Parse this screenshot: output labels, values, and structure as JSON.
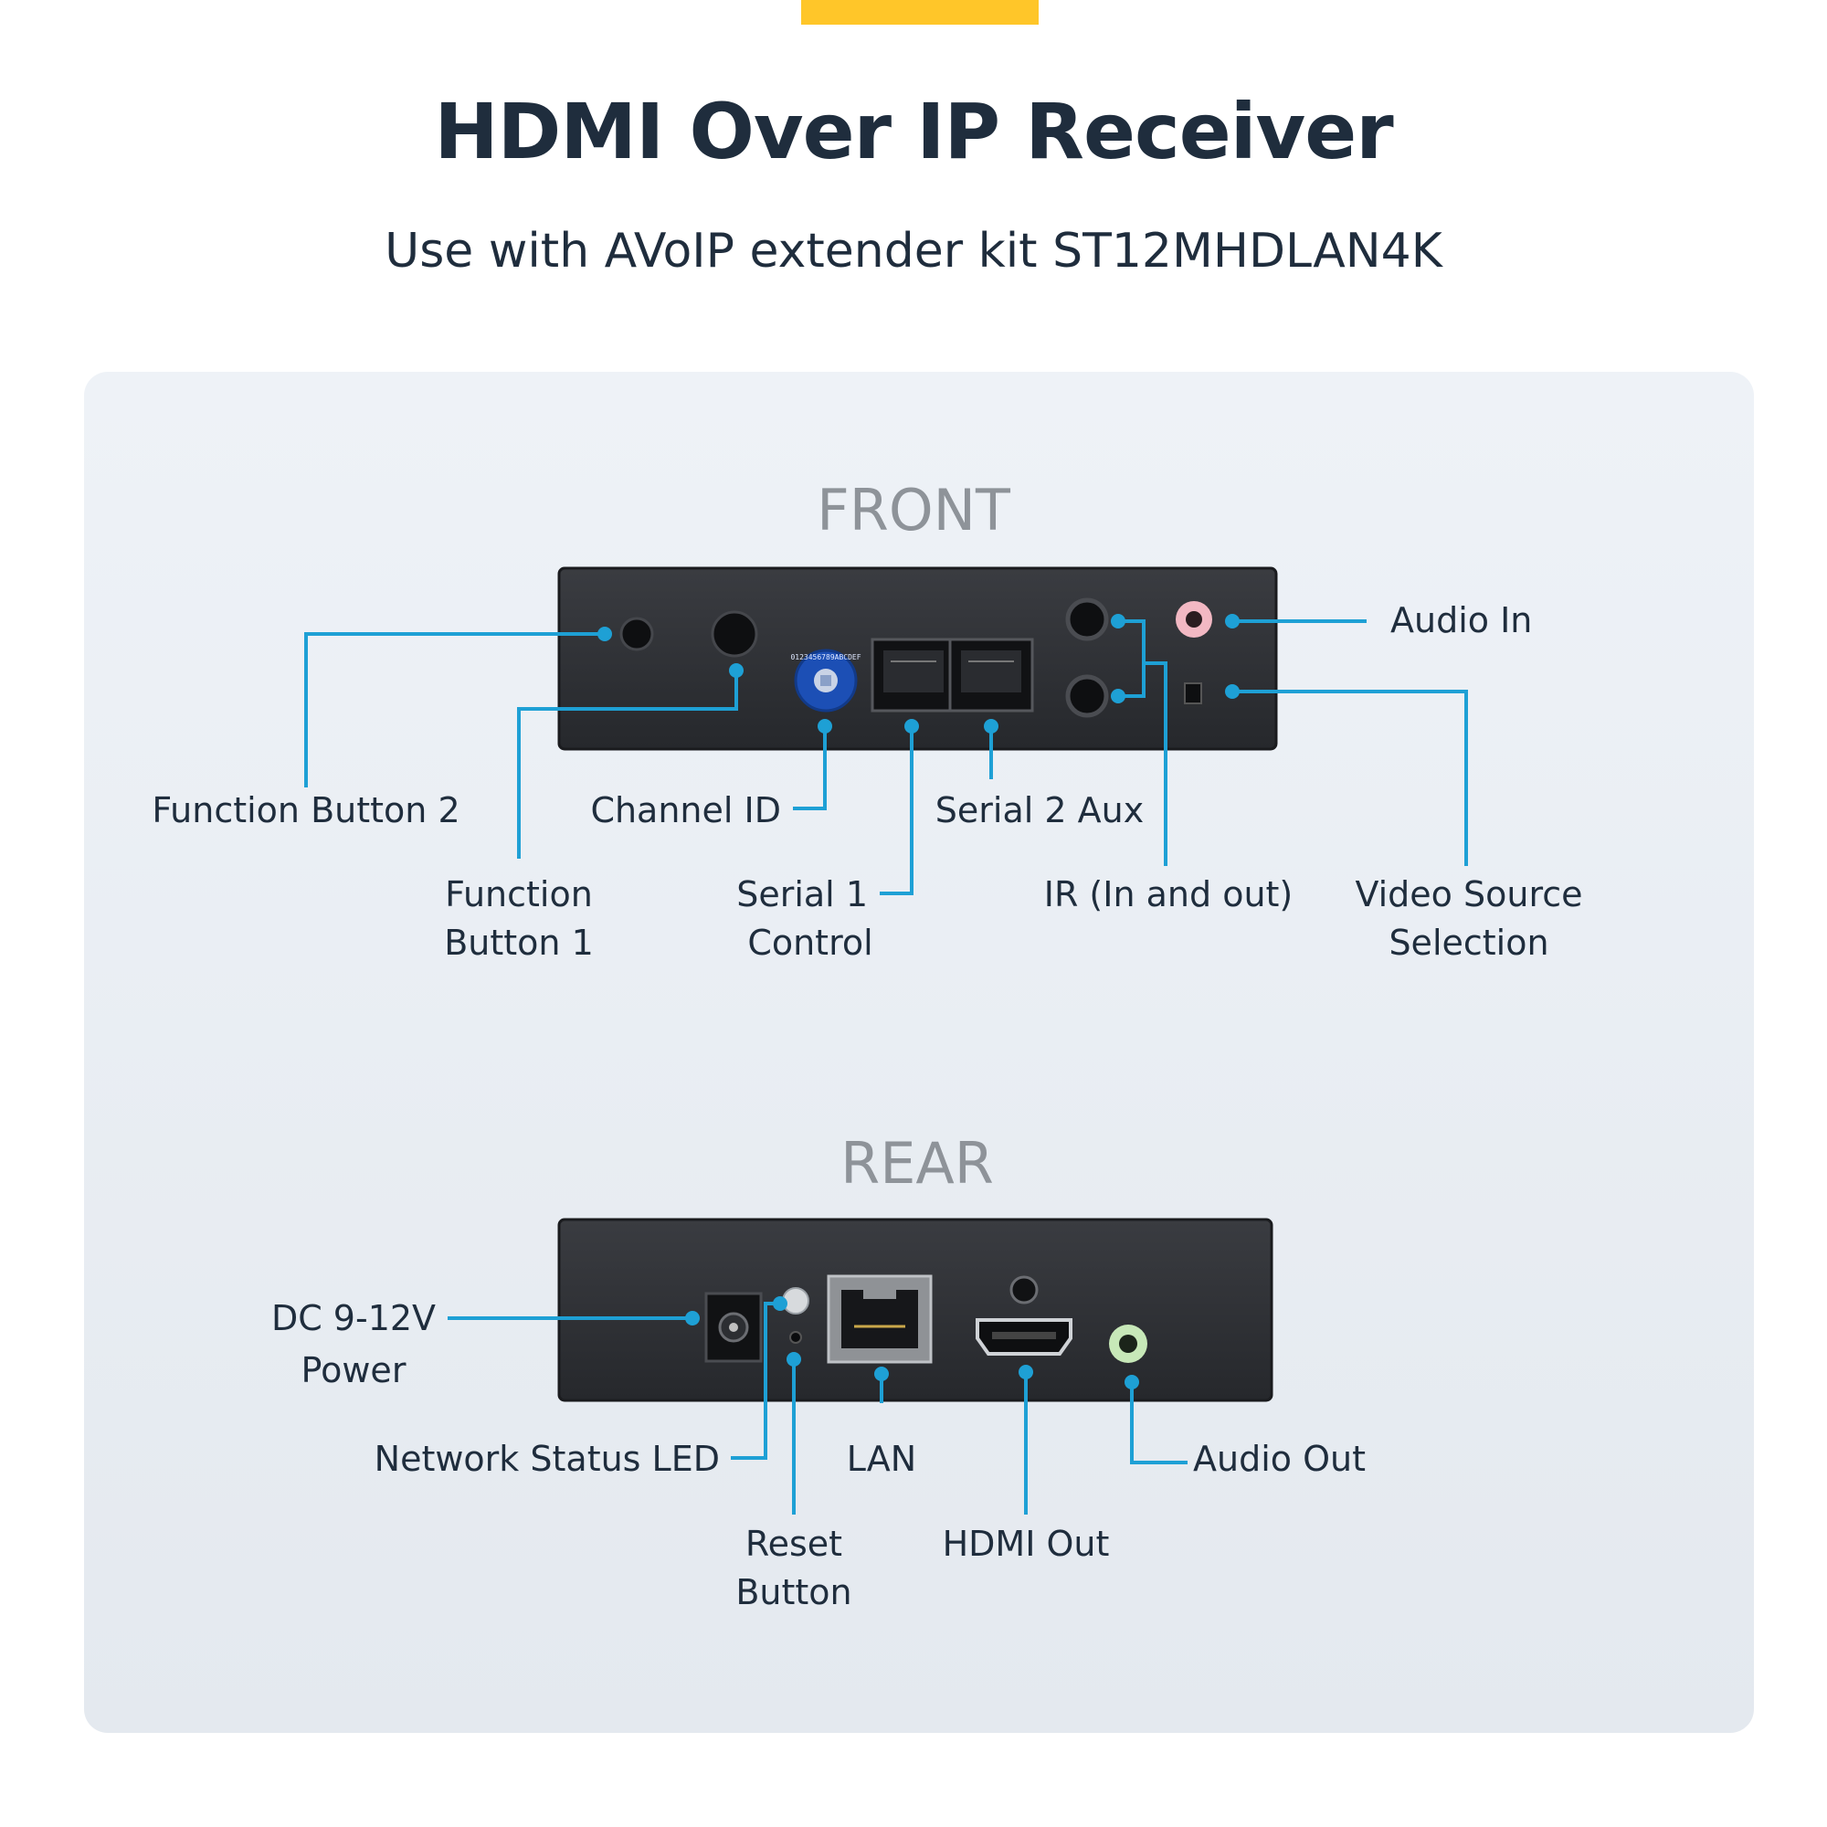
{
  "header": {
    "title": "HDMI Over IP Receiver",
    "subtitle": "Use with AVoIP extender kit ST12MHDLAN4K"
  },
  "front": {
    "heading": "FRONT",
    "dial_text": "0123456789ABCDEF",
    "labels": {
      "function_button_2": "Function Button 2",
      "function_button_1_line1": "Function",
      "function_button_1_line2": "Button 1",
      "channel_id": "Channel ID",
      "serial_1_line1": "Serial 1",
      "serial_1_line2": "Control",
      "serial_2": "Serial 2 Aux",
      "ir": "IR (In and out)",
      "audio_in": "Audio In",
      "video_source_line1": "Video Source",
      "video_source_line2": "Selection"
    }
  },
  "rear": {
    "heading": "REAR",
    "labels": {
      "dc_power_line1": "DC 9-12V",
      "dc_power_line2": "Power",
      "network_led": "Network Status LED",
      "reset_line1": "Reset",
      "reset_line2": "Button",
      "lan": "LAN",
      "hdmi_out": "HDMI Out",
      "audio_out": "Audio Out"
    }
  },
  "colors": {
    "accent": "#FFC629",
    "leader": "#1ea0d5",
    "text": "#1f2d3d",
    "device": "#2b2d31"
  }
}
